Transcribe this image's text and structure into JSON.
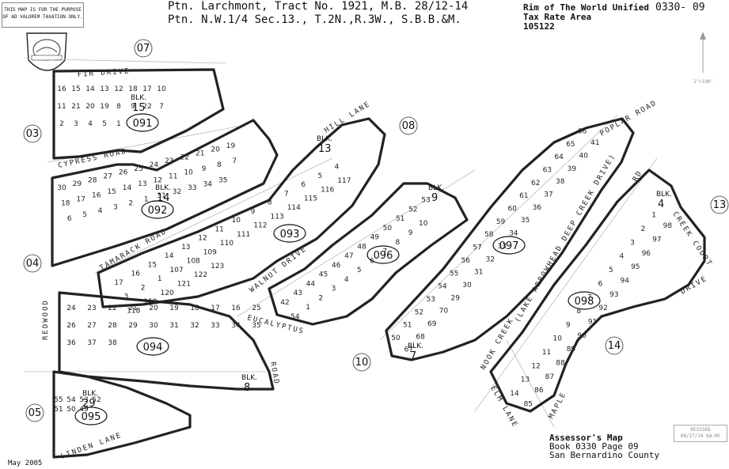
{
  "header": {
    "disclaimer_line1": "THIS MAP IS FOR THE PURPOSE",
    "disclaimer_line2": "OF AD VALOREM TAXATION ONLY.",
    "title_line1": "Ptn. Larchmont, Tract No. 1921, M.B. 28/12-14",
    "title_line2": "Ptn. N.W.1/4 Sec.13., T.2N.,R.3W., S.B.B.&M.",
    "district": "Rim of The World Unified",
    "tax_rate_area_label": "Tax Rate Area",
    "tax_rate_area": "105122",
    "book_page_code": "0330- 09",
    "scale": "1\"=100'"
  },
  "footer": {
    "date": "May 2005",
    "revised_label": "REVISED",
    "revised_date": "08/27/24 KA-MC",
    "assessor_line1": "Assessor's Map",
    "assessor_line2": "Book 0330 Page 09",
    "assessor_line3": "San Bernardino County"
  },
  "adjacent_pages": [
    "07",
    "08",
    "03",
    "04",
    "05",
    "10",
    "13",
    "14"
  ],
  "parcels": [
    "091",
    "092",
    "093",
    "094",
    "095",
    "096",
    "097",
    "098"
  ],
  "blocks": [
    {
      "label": "BLK.",
      "num": "15"
    },
    {
      "label": "BLK.",
      "num": "14"
    },
    {
      "label": "BLK.",
      "num": "13"
    },
    {
      "label": "BLK.",
      "num": "9"
    },
    {
      "label": "BLK.",
      "num": "4"
    },
    {
      "label": "BLK.",
      "num": "7"
    },
    {
      "label": "BLK.",
      "num": "8"
    },
    {
      "label": "BLK.",
      "num": "29"
    }
  ],
  "roads": {
    "fir_drive": "FIR        DRIVE",
    "cypress_road": "CYPRESS          ROAD",
    "tamarack_road": "TAMARACK                   ROAD",
    "hill_lane": "HILL  LANE",
    "walnut_drive": "WALNUT               DRIVE",
    "eucalyptus": "EUCALYPTUS",
    "redwood": "REDWOOD",
    "road": "ROAD",
    "linden_lane": "LINDEN        LANE",
    "nook_creek": "NOOK  CREEK",
    "lake_arrowhead": "(LAKE ARROWHEAD DEEP CREEK DRIVE)",
    "elm_lane": "ELM    LANE",
    "maple": "MAPLE",
    "creek_court": "CREEK     COURT",
    "drive": "DRIVE",
    "rd": "RD",
    "poplar_road": "POPLAR   ROAD"
  },
  "lots": {
    "blk15": [
      "16",
      "15",
      "14",
      "13",
      "12",
      "18",
      "17",
      "10",
      "11",
      "21",
      "20",
      "19",
      "8",
      "9",
      "22",
      "7",
      "2",
      "3",
      "4",
      "5",
      "1"
    ],
    "blk14": [
      "30",
      "29",
      "28",
      "27",
      "26",
      "25",
      "24",
      "23",
      "22",
      "21",
      "20",
      "19",
      "18",
      "17",
      "16",
      "15",
      "14",
      "13",
      "12",
      "11",
      "10",
      "9",
      "8",
      "7",
      "6",
      "5",
      "4",
      "3",
      "2",
      "1",
      "31",
      "32",
      "33",
      "34",
      "35"
    ],
    "blk13": [
      "17",
      "16",
      "15",
      "14",
      "13",
      "12",
      "11",
      "10",
      "9",
      "8",
      "7",
      "6",
      "5",
      "4",
      "3",
      "2",
      "1",
      "107",
      "108",
      "109",
      "110",
      "111",
      "112",
      "113",
      "114",
      "115",
      "116",
      "117",
      "118",
      "119",
      "120",
      "121",
      "122",
      "123"
    ],
    "blk9": [
      "42",
      "43",
      "44",
      "45",
      "46",
      "47",
      "48",
      "49",
      "50",
      "51",
      "52",
      "53",
      "54",
      "1",
      "2",
      "3",
      "4",
      "5",
      "6",
      "7",
      "8",
      "9",
      "10"
    ],
    "blk4": [
      "14",
      "13",
      "12",
      "11",
      "10",
      "9",
      "8",
      "7",
      "6",
      "5",
      "4",
      "3",
      "2",
      "1",
      "85",
      "86",
      "87",
      "88",
      "89",
      "90",
      "91",
      "92",
      "93",
      "94",
      "95",
      "96",
      "97",
      "98"
    ],
    "blk7": [
      "50",
      "51",
      "52",
      "53",
      "54",
      "55",
      "56",
      "57",
      "58",
      "59",
      "60",
      "61",
      "62",
      "63",
      "64",
      "65",
      "66",
      "67",
      "68",
      "69",
      "70",
      "29",
      "30",
      "31",
      "32",
      "33",
      "34",
      "35",
      "36",
      "37",
      "38",
      "39",
      "40",
      "41"
    ],
    "blk8": [
      "24",
      "23",
      "22",
      "21",
      "20",
      "19",
      "18",
      "17",
      "16",
      "25",
      "26",
      "27",
      "28",
      "29",
      "30",
      "31",
      "32",
      "33",
      "34",
      "35",
      "36",
      "37",
      "38"
    ],
    "blk29": [
      "55",
      "54",
      "53",
      "52",
      "51",
      "50",
      "49"
    ]
  }
}
